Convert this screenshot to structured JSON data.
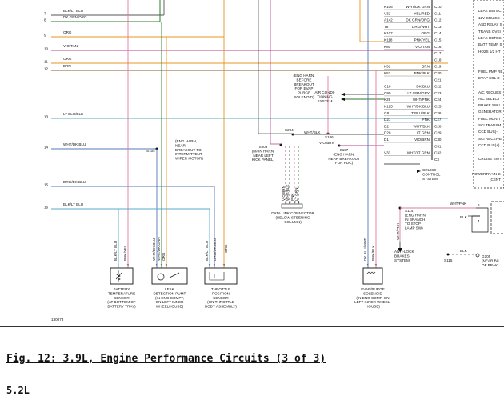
{
  "figure": {
    "caption": "Fig. 12: 3.9L, Engine Performance Circuits (3 of 3)",
    "next_section": "5.2L",
    "diagram_id": "130073"
  },
  "left_wires": [
    {
      "num": "7",
      "label": "BLK/LT BLU",
      "color": "#555555"
    },
    {
      "num": "8",
      "label": "DK GRN/ORG",
      "color": "#2d7a2d"
    },
    {
      "num": "9",
      "label": "ORG",
      "color": "#e8951e"
    },
    {
      "num": "10",
      "label": "VIO/TAN",
      "color": "#b5408c"
    },
    {
      "num": "11",
      "label": "ORG",
      "color": "#e8951e"
    },
    {
      "num": "12",
      "label": "BRN",
      "color": "#8a5a2b"
    },
    {
      "num": "13",
      "label": "LT BLU/BLK",
      "color": "#58a8c8"
    },
    {
      "num": "14",
      "label": "WHT/DK BLU",
      "color": "#5078b8"
    },
    {
      "num": "15",
      "label": "DRG/DK BLU",
      "color": "#5078b8"
    },
    {
      "num": "16",
      "label": "BLK/LT BLU",
      "color": "#5aa0c8"
    }
  ],
  "right_pins": [
    {
      "circuit": "K106",
      "color_lbl": "WHT/DK GRN",
      "pin": "C10"
    },
    {
      "circuit": "V32",
      "color_lbl": "YEL/RED",
      "pin": "C11"
    },
    {
      "circuit": "A142",
      "color_lbl": "DK GRN/ORG",
      "pin": "C12"
    },
    {
      "circuit": "T6",
      "color_lbl": "DRG/WHT",
      "pin": "C13"
    },
    {
      "circuit": "K107",
      "color_lbl": "ORG",
      "pin": "C14"
    },
    {
      "circuit": "K118",
      "color_lbl": "PNK/YEL",
      "pin": "C15"
    },
    {
      "circuit": "K80",
      "color_lbl": "VIO/TAN",
      "pin": "C16"
    },
    {
      "circuit": "",
      "color_lbl": "",
      "pin": "C17"
    },
    {
      "circuit": "",
      "color_lbl": "",
      "pin": "C18"
    },
    {
      "circuit": "K31",
      "color_lbl": "BRN",
      "pin": "C19"
    },
    {
      "circuit": "K52",
      "color_lbl": "PNK/BLK",
      "pin": "C20"
    },
    {
      "circuit": "",
      "color_lbl": "",
      "pin": "C21"
    },
    {
      "circuit": "C18",
      "color_lbl": "DK BLU",
      "pin": "C22"
    },
    {
      "circuit": "C90",
      "color_lbl": "LT GRN/GRY",
      "pin": "C23"
    },
    {
      "circuit": "K29",
      "color_lbl": "WHT/PNK",
      "pin": "C24"
    },
    {
      "circuit": "K125",
      "color_lbl": "WHT/DK BLU",
      "pin": "C25"
    },
    {
      "circuit": "G8",
      "color_lbl": "LT BLU/BLK",
      "pin": "C26"
    },
    {
      "circuit": "D21",
      "color_lbl": "PNK",
      "pin": "C27"
    },
    {
      "circuit": "D2",
      "color_lbl": "WHT/BLK",
      "pin": "C28"
    },
    {
      "circuit": "D20",
      "color_lbl": "LT GRN",
      "pin": "C29"
    },
    {
      "circuit": "D1",
      "color_lbl": "VIO/BRN",
      "pin": "C30"
    },
    {
      "circuit": "",
      "color_lbl": "",
      "pin": "C31"
    },
    {
      "circuit": "V33",
      "color_lbl": "WHT/LT GRN",
      "pin": "C32"
    },
    {
      "circuit": "",
      "color_lbl": "",
      "pin": "C3"
    }
  ],
  "pcm_functions": [
    "LEAK DETEC",
    "12V CRUISE",
    "ASD RELAY S",
    "TRANS OVEI",
    "LEAK DETEC",
    "BATT TEMP S",
    "HO2S 1/2 HT",
    "FUEL PMP RE",
    "EVAP SOL D",
    "A/C REQUES",
    "A/C SELECT",
    "BRAKE SW I",
    "GENERATOR",
    "FUEL MONIT",
    "SCI TRANSM",
    "CCD BUS(-)",
    "SCI RECEIVE",
    "CCD BUS(+)",
    "CRUISE SW I"
  ],
  "pcm_title": "POWERTRAIN C",
  "pcm_title_2": "(CENT",
  "notes": {
    "eng_harn_evap": [
      "(ENG HARN,",
      "BEFORE",
      "BREAKOUT",
      "FOR EVAP",
      "PURGE",
      "SOLENOID)"
    ],
    "ac_cond": [
      "AIR CONDI-",
      "TIONING",
      "SYSTEM"
    ],
    "s204": "S204",
    "s106": "S106",
    "s203": [
      "S203",
      "(MAIN HARN,",
      "NEAR LEFT",
      "KICK PANEL)"
    ],
    "s107": [
      "S107",
      "(ENG HARN,",
      "NEAR BREAKOUT",
      "FOR PDC)"
    ],
    "s104": "S104",
    "s104_note": [
      "(ENG HARN,",
      "NEAR",
      "BREAKOUT TO",
      "INTERMITTENT",
      "WIPER MOTOR)"
    ],
    "cruise": [
      "CRUISE",
      "CONTROL",
      "SYSTEM"
    ],
    "dlc": [
      "DATA LINK CONNECTOR",
      "(BELOW STEERING",
      "COLUMN)"
    ],
    "s114": [
      "S114",
      "(ENG HARN,",
      "IN BRANCH",
      "TO STOP",
      "LAMP SW)"
    ],
    "abs": [
      "ANTI-LOCK",
      "BRAKES",
      "SYSTEM"
    ],
    "s115": "S115",
    "g105": [
      "G105",
      "(NEAR BC",
      "OF BRAK"
    ],
    "whtpnk": "WHT/PNK",
    "blk1": "BLK",
    "blk2": "BLK",
    "dlc_wires": [
      "VIO/BRN",
      "WHT/BLK",
      "PNK",
      "LT GRN"
    ],
    "whtpnk_v": "WHT/PNK",
    "dkbluwht": "DK BLU/WHT",
    "pnkblk": "PNK/BLK",
    "viobrn_h": "VIO/BRN",
    "whtblk_h": "WHT/BLK"
  },
  "components": [
    {
      "pins": [
        "BLK/LT BLU",
        "PNK/YEL"
      ],
      "nums": [
        "1",
        "2"
      ],
      "desc": [
        "BATTERY",
        "TEMPERATURE",
        "SENSOR",
        "(AT BOTTOM OF",
        "BATTERY TRAY)"
      ]
    },
    {
      "pins": [
        "WHT/DK BLU",
        "WHT/DK GRN",
        "ORG"
      ],
      "nums": [
        "1",
        "2",
        "3"
      ],
      "desc": [
        "LEAK",
        "DETECTION PUMP",
        "(IN ENG COMPT,",
        "ON LEFT INNER",
        "WHEELHOUSE)"
      ]
    },
    {
      "pins": [
        "BLK/LT BLU",
        "DRG/DK BLU",
        "ORG"
      ],
      "nums": [
        "1",
        "2",
        "3"
      ],
      "desc": [
        "THROTTLE",
        "POSITION",
        "SENSOR",
        "(ON THROTTLE",
        "BODY ASSEMBLY)"
      ]
    },
    {
      "pins": [
        "DK BLU/WHT",
        "PNK/BLK"
      ],
      "nums": [
        "1",
        "2"
      ],
      "desc": [
        "EVAP/PURGE",
        "SOLENOID",
        "(IN ENG COMP, ON",
        "LEFT INNER WHEEL-",
        "HOUSE)"
      ]
    }
  ],
  "connector_pins": [
    "1",
    "2",
    "3",
    "4"
  ],
  "abs_pins": [
    "6",
    "4"
  ],
  "colors": {
    "orange": "#e8951e",
    "green": "#2d7a2d",
    "blue": "#5078b8",
    "ltblue": "#58a8c8",
    "brown": "#8a5a2b",
    "violet": "#b5408c",
    "pink": "#e07aa0",
    "gray": "#555555"
  }
}
